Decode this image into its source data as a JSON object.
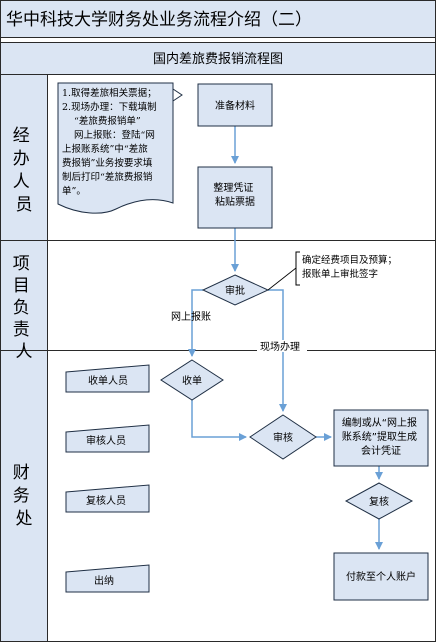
{
  "title": "华中科技大学财务处业务流程介绍（二）",
  "subtitle": "国内差旅费报销流程图",
  "lanes": [
    {
      "key": "handler",
      "label": "经办人员"
    },
    {
      "key": "project",
      "label": "项目负责人"
    },
    {
      "key": "finance",
      "label": "财务处"
    }
  ],
  "nodes": {
    "prepare": "准备材料",
    "organize_l1": "整理凭证",
    "organize_l2": "粘贴票据",
    "approve": "审批",
    "collect": "收单",
    "review": "审核",
    "compile_l1": "编制或从“网上报",
    "compile_l2": "账系统”提取生成",
    "compile_l3": "会计凭证",
    "recheck": "复核",
    "pay": "付款至个人账户"
  },
  "roles": {
    "collector": "收单人员",
    "reviewer": "审核人员",
    "rechecker": "复核人员",
    "cashier": "出纳"
  },
  "notes": {
    "handler": [
      "1.取得差旅相关票据；",
      "2.现场办理：下载填制",
      "“差旅费报销单”",
      "网上报账：登陆“网",
      "上报账系统”中“差旅",
      "费报销”业务按要求填",
      "制后打印“差旅费报销",
      "单”。"
    ],
    "approval": [
      "确定经费项目及预算；",
      "报账单上审批签字"
    ]
  },
  "edge_labels": {
    "online": "网上报账",
    "onsite": "现场办理"
  }
}
